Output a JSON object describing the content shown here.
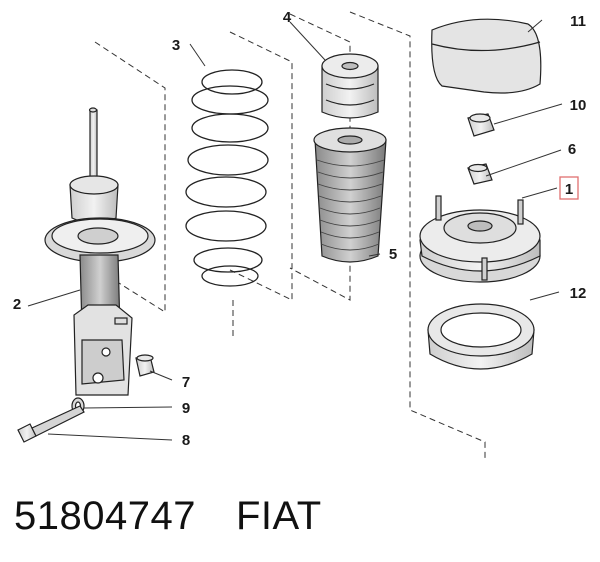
{
  "callouts": {
    "c1": "1",
    "c2": "2",
    "c3": "3",
    "c4": "4",
    "c5": "5",
    "c6": "6",
    "c7": "7",
    "c8": "8",
    "c9": "9",
    "c10": "10",
    "c11": "11",
    "c12": "12"
  },
  "highlight_color": "#e07070",
  "footer": {
    "part_number": "51804747",
    "brand": "FIAT"
  }
}
